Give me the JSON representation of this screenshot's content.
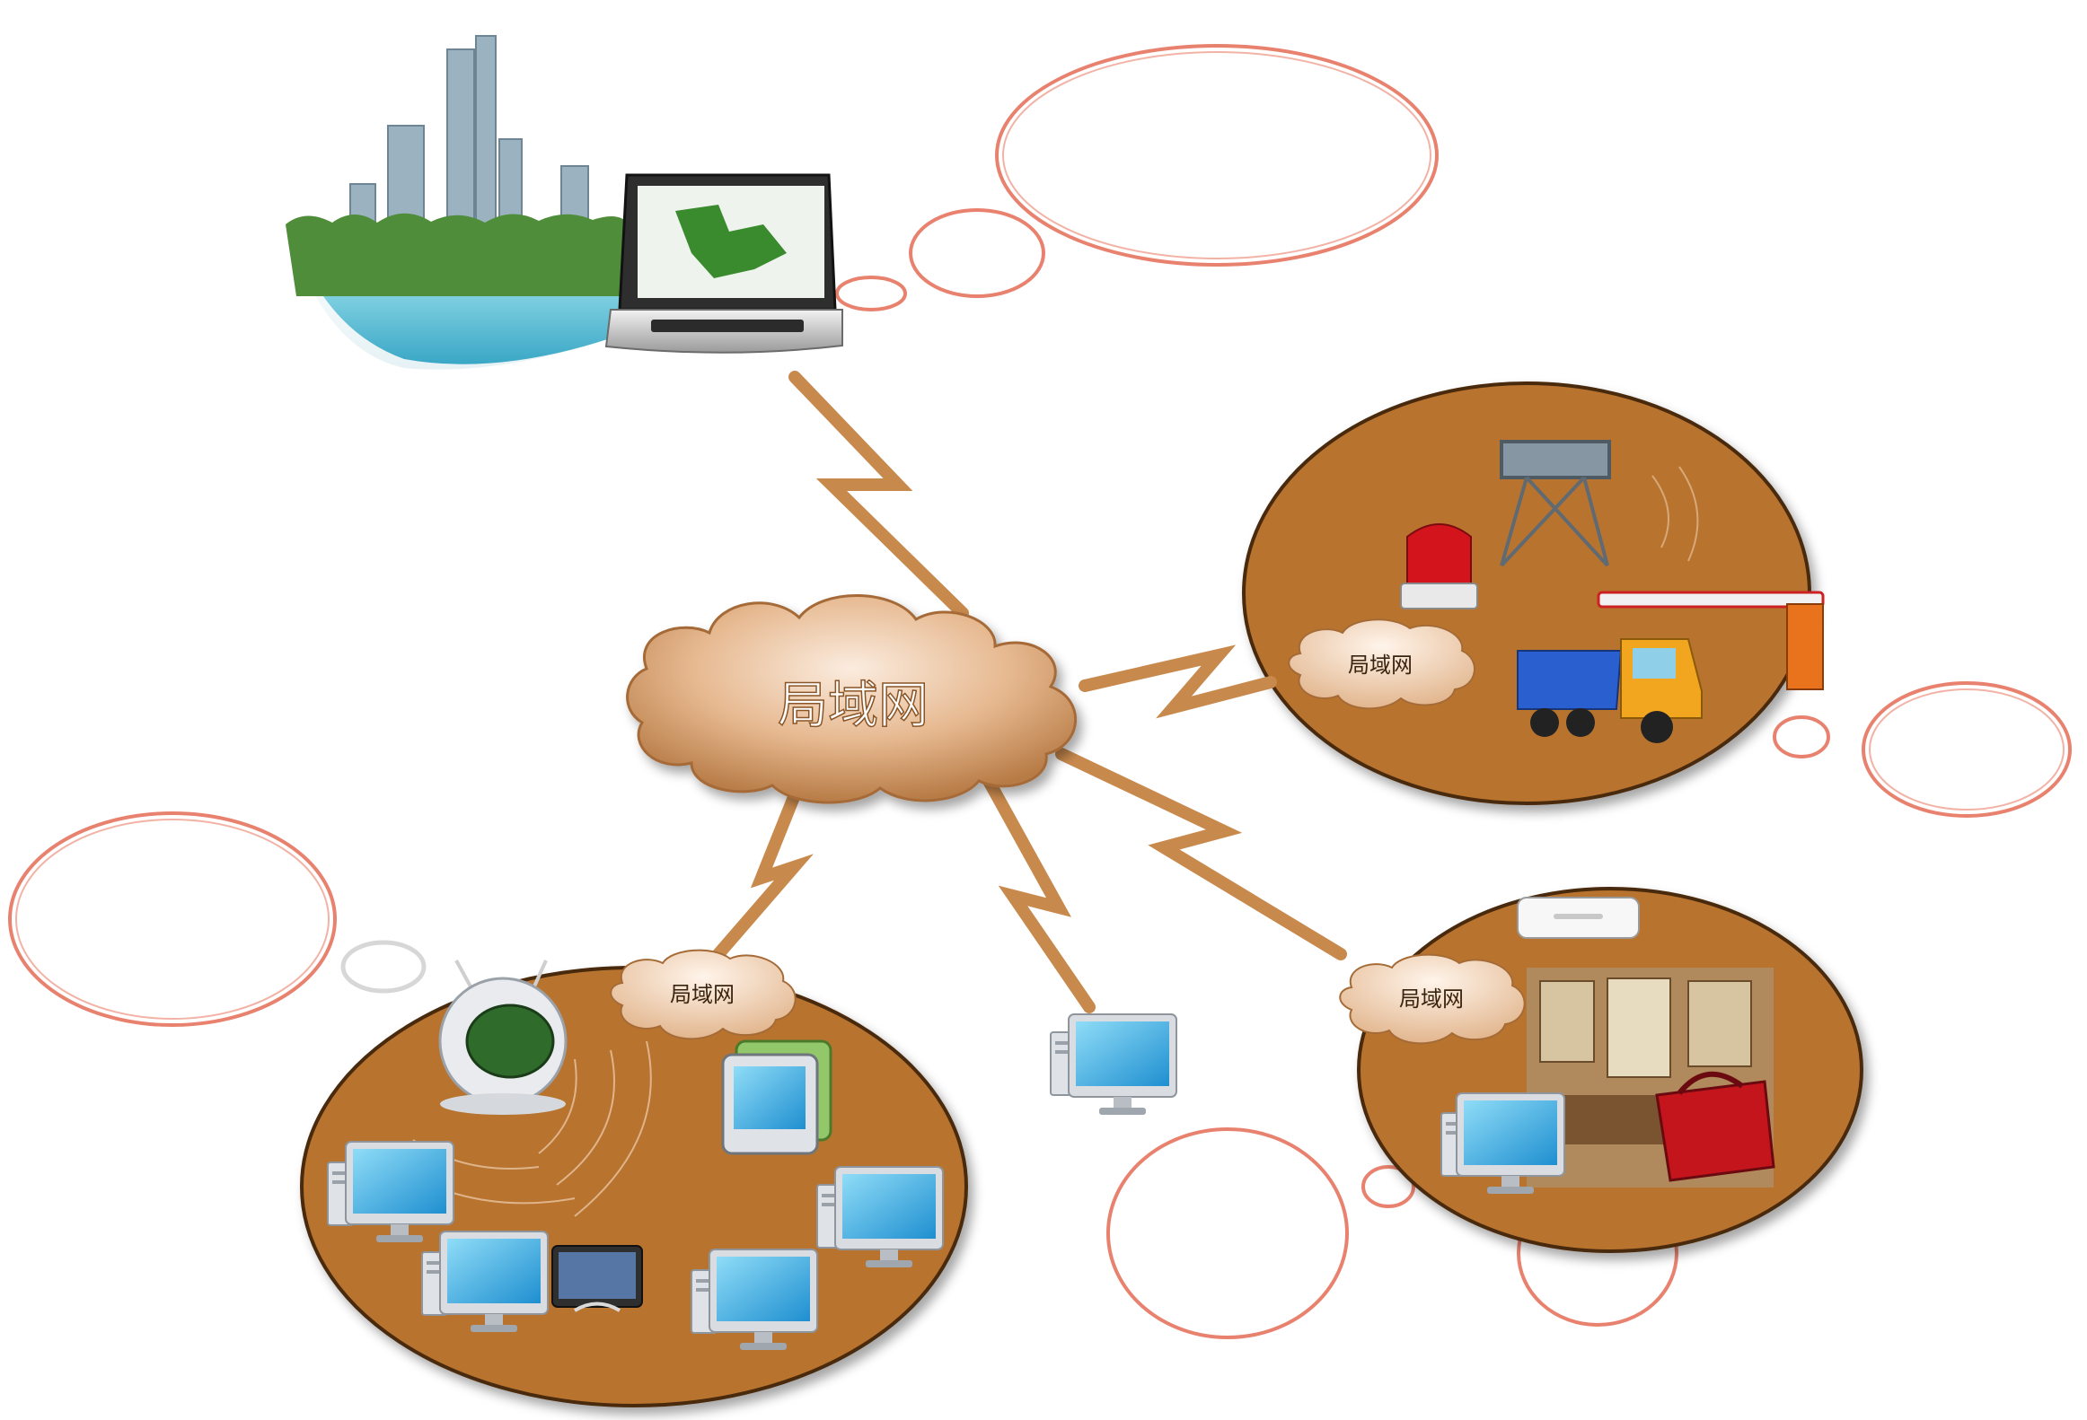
{
  "hub": {
    "label": "局域网"
  },
  "clusters": {
    "industrial": {
      "cloud_label": "局域网"
    },
    "wireless": {
      "cloud_label": "局域网"
    },
    "home": {
      "cloud_label": "局域网"
    }
  },
  "colors": {
    "cluster_fill": "#b8732f",
    "link": "#c8894d",
    "bubble_stroke": "#e8826f",
    "cloud_light": "#f6dcc4",
    "cloud_dark": "#c79260"
  }
}
